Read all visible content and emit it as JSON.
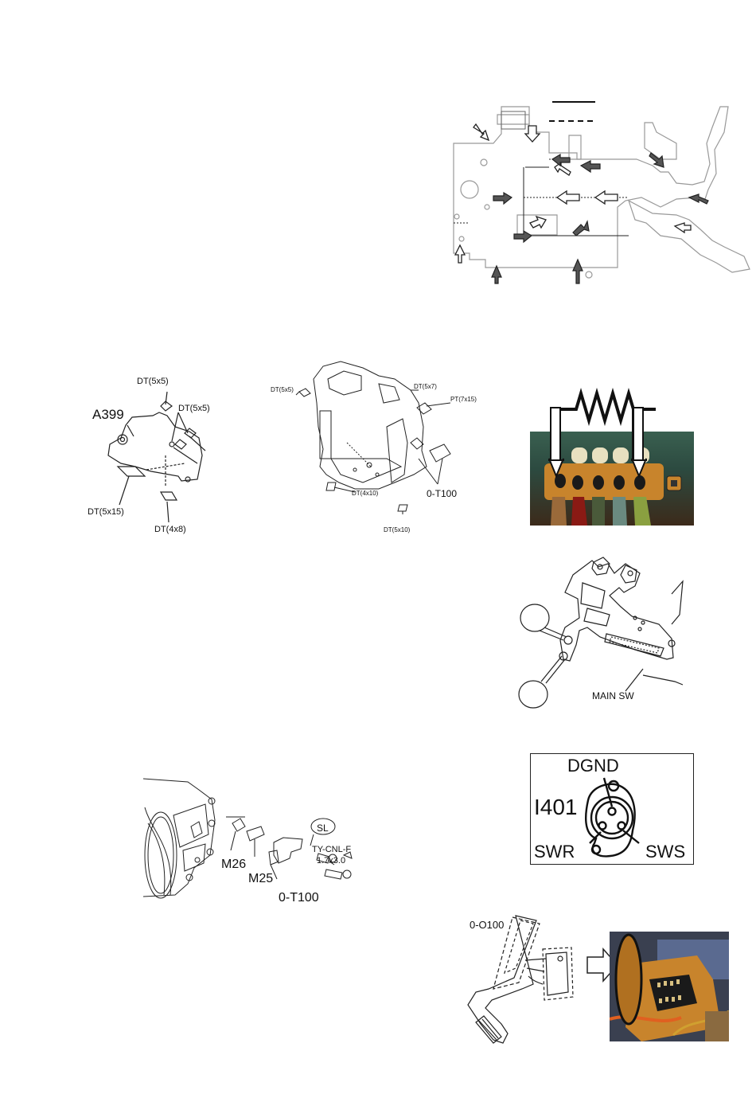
{
  "figures": {
    "fpc_layout": {
      "legend_solid": "",
      "legend_dashed": ""
    },
    "a399": {
      "part": "A399",
      "tapes": [
        "DT(5x5)",
        "DT(5x5)",
        "DT(5x15)",
        "DT(4x8)"
      ]
    },
    "frame": {
      "labels": [
        "DT(5x5)",
        "DT(5x7)",
        "PT(7x15)",
        "DT(4x10)",
        "0-T100",
        "DT(5x10)"
      ]
    },
    "main_sw": {
      "label": "MAIN SW"
    },
    "m_parts": {
      "labels": [
        "M26",
        "M25",
        "0-T100",
        "SL",
        "TY-CNL-F",
        "1.7x3.0"
      ]
    },
    "i401": {
      "part": "I401",
      "pins": [
        "DGND",
        "SWR",
        "SWS"
      ]
    },
    "o100": {
      "label": "0-O100"
    }
  },
  "colors": {
    "line": "#222222",
    "arrow_filled": "#555555",
    "arrow_hollow": "#ffffff",
    "flex_orange": "#c8842c",
    "photo_dark": "#2a2418"
  }
}
